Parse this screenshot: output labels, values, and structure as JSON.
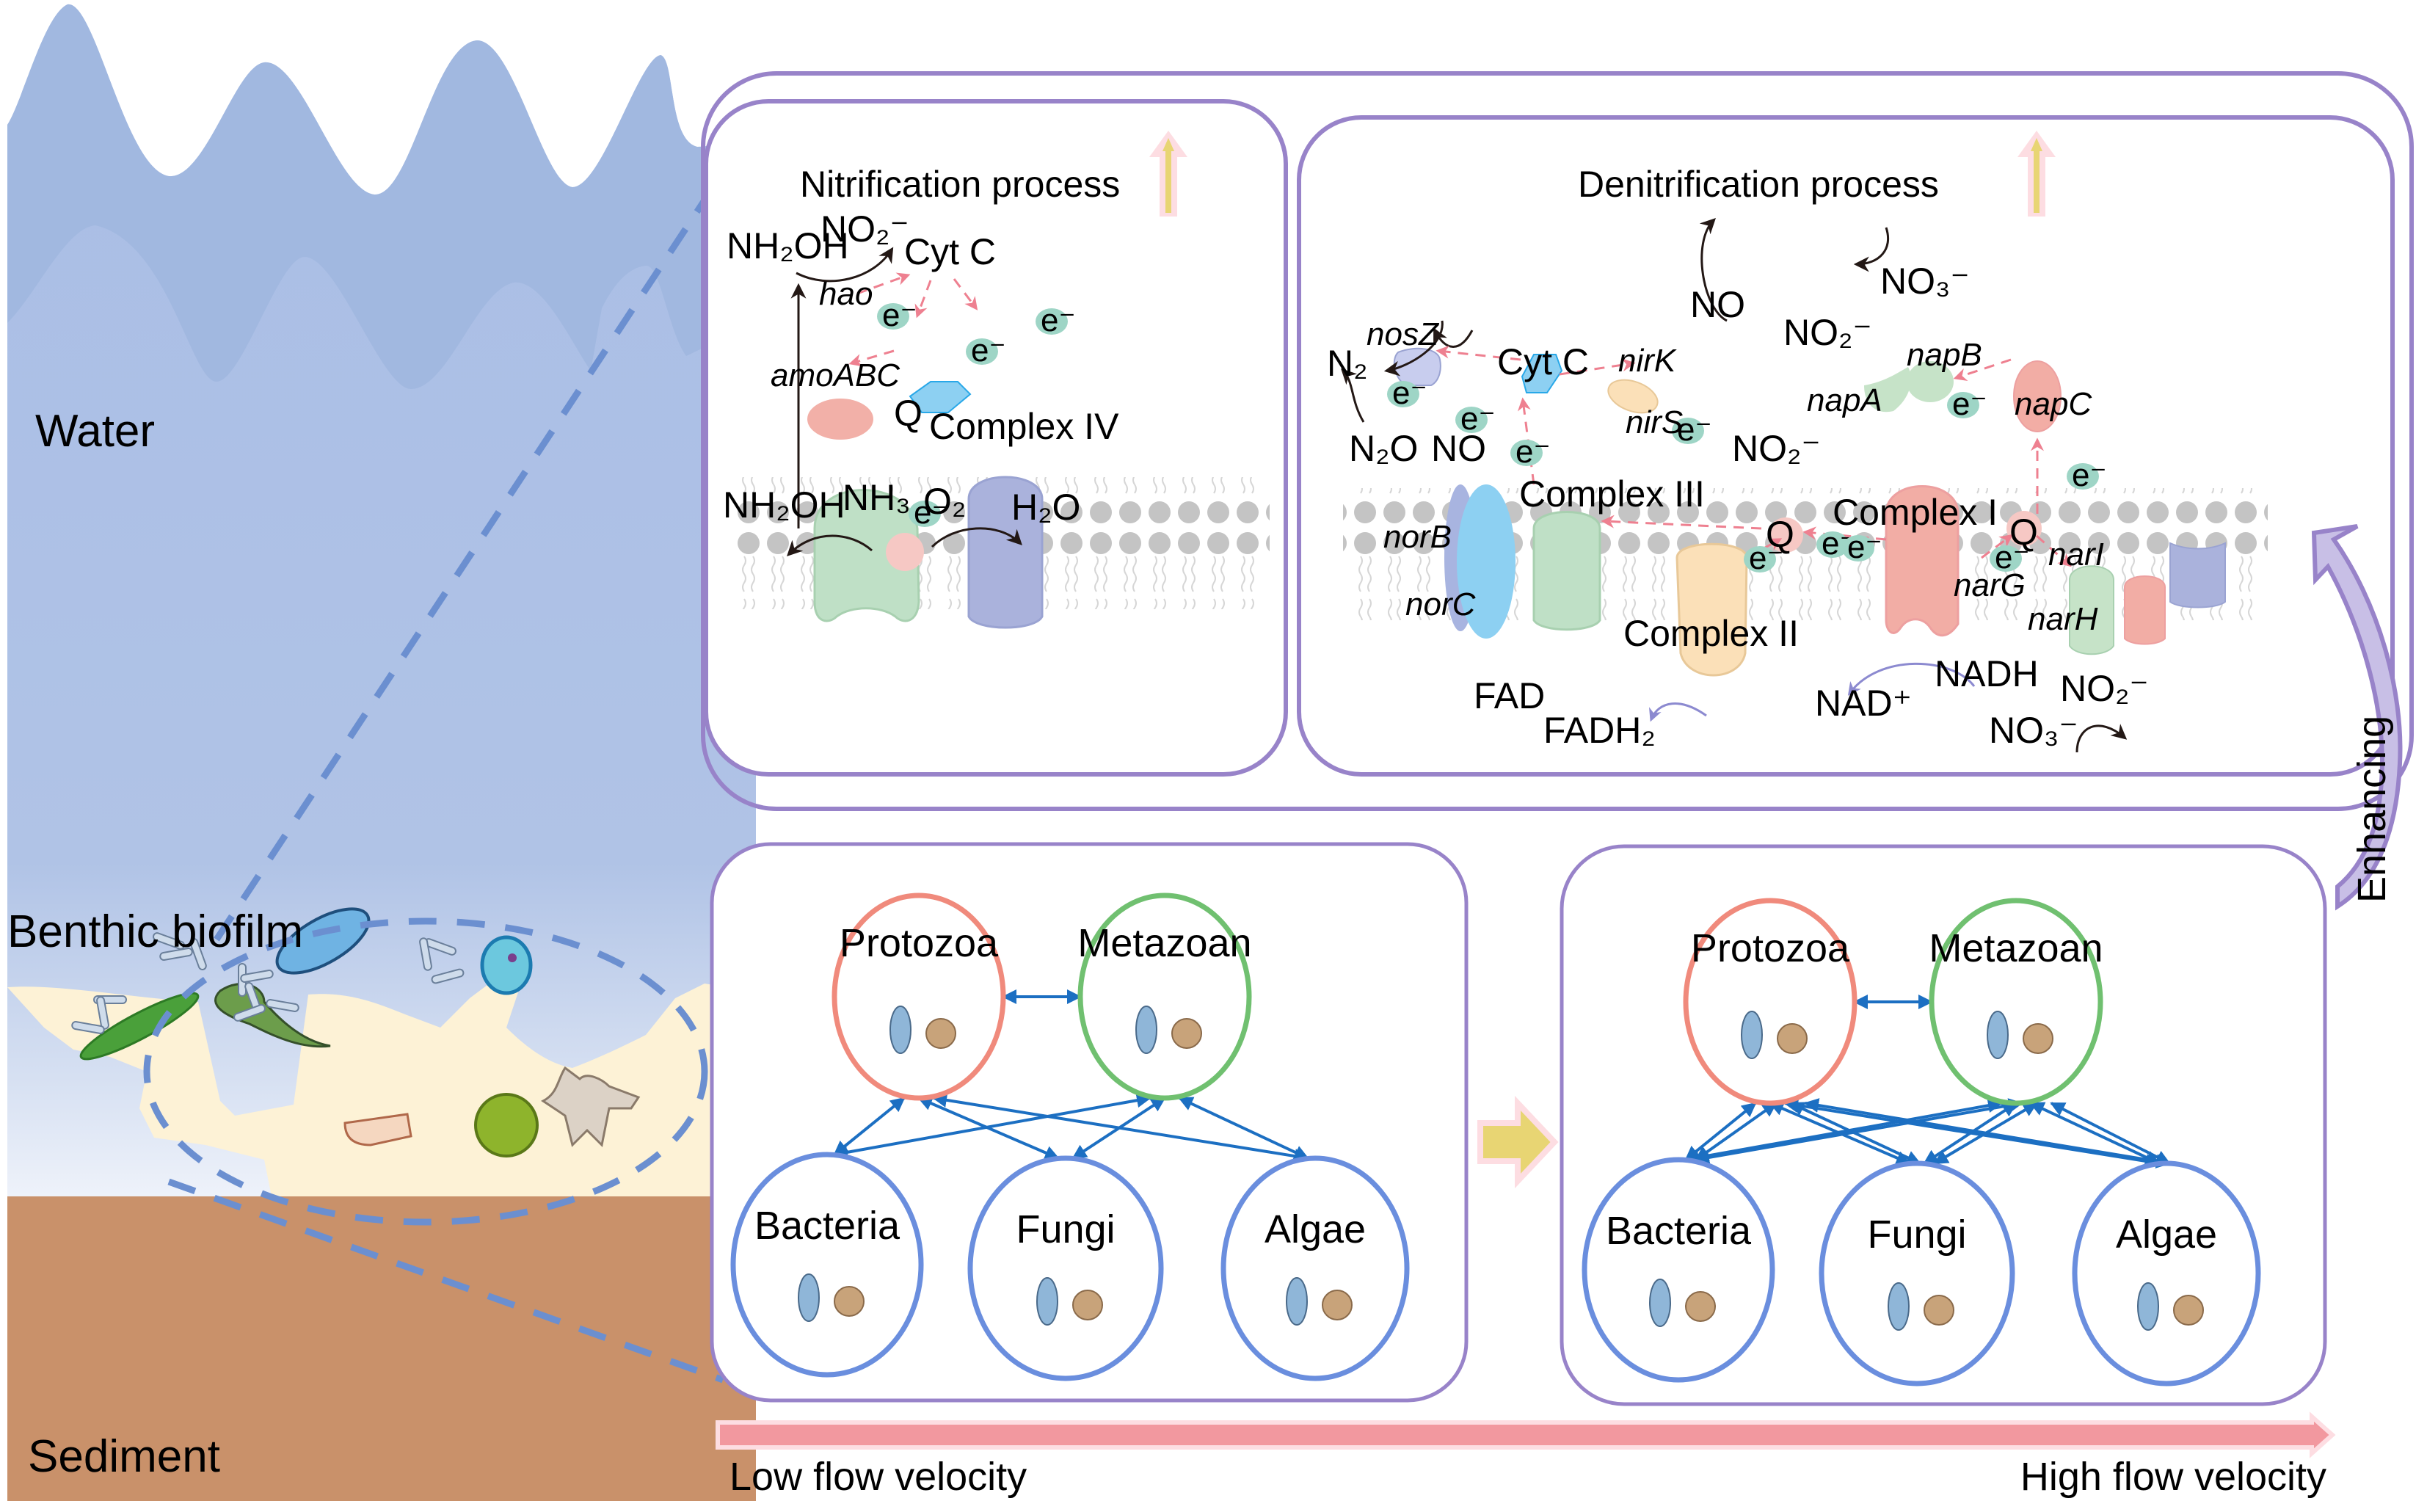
{
  "colors": {
    "water_dark": "#a1b8e0",
    "water_light": "#adc0e6",
    "sediment": "#c9916a",
    "biofilm": "#fdf2d6",
    "frame_purple": "#9883c9",
    "dash_blue": "#6b8fd0",
    "e_green": "#9ed5c6",
    "membrane_dot": "#c4c4c4",
    "arrow_red": "#ee8090",
    "net_arrow": "#1c6fc2",
    "protozoa_ring": "#f08a7c",
    "metazoan_ring": "#70c070",
    "lower_ring": "#6a8ede",
    "flow_bar": "#f2989f",
    "flow_bar_edge": "#fddde2",
    "yellow_arrow": "#e8d573"
  },
  "zones": {
    "water": "Water",
    "biofilm": "Benthic biofilm",
    "sediment": "Sediment"
  },
  "nitrification": {
    "title": "Nitrification process",
    "trend": "increase",
    "labels": {
      "nh2oh_top": "NH₂OH",
      "no2": "NO₂⁻",
      "cytc": "Cyt C",
      "hao": "hao",
      "amoabc": "amoABC",
      "q": "Q",
      "complex_iv": "Complex IV",
      "nh2oh_bottom": "NH₂OH",
      "nh3": "NH₃",
      "o2": "O₂",
      "h2o": "H₂O",
      "electron": "e⁻"
    }
  },
  "denitrification": {
    "title": "Denitrification process",
    "trend": "increase",
    "labels": {
      "nosz": "nosZ",
      "n2": "N₂",
      "n2o": "N₂O",
      "no_left": "NO",
      "cytc": "Cyt C",
      "nirk": "nirK",
      "nirs": "nirS",
      "no_top": "NO",
      "no2_mid": "NO₂⁻",
      "complex_iii": "Complex III",
      "norb": "norB",
      "norc": "norC",
      "complex_ii": "Complex II",
      "fad": "FAD",
      "fadh2": "FADH₂",
      "q_left": "Q",
      "complex_i": "Complex I",
      "nad": "NAD⁺",
      "nadh": "NADH",
      "q_right": "Q",
      "no3_top": "NO₃⁻",
      "no2_top": "NO₂⁻",
      "napa": "napA",
      "napb": "napB",
      "napc": "napC",
      "narg": "narG",
      "narh": "narH",
      "nari": "narI",
      "no3_bottom": "NO₃⁻",
      "no2_bottom": "NO₂⁻",
      "electron": "e⁻"
    }
  },
  "enhancing": "Enhancing",
  "networks": {
    "nodes": [
      "Protozoa",
      "Metazoan",
      "Bacteria",
      "Fungi",
      "Algae"
    ],
    "low": {
      "label": "Low flow velocity",
      "links": [
        [
          "Protozoa",
          "Metazoan"
        ],
        [
          "Protozoa",
          "Bacteria"
        ],
        [
          "Protozoa",
          "Fungi"
        ],
        [
          "Protozoa",
          "Algae"
        ],
        [
          "Metazoan",
          "Bacteria"
        ],
        [
          "Metazoan",
          "Fungi"
        ],
        [
          "Metazoan",
          "Algae"
        ]
      ]
    },
    "high": {
      "label": "High flow velocity",
      "links": [
        [
          "Protozoa",
          "Metazoan"
        ],
        [
          "Protozoa",
          "Bacteria"
        ],
        [
          "Protozoa",
          "Fungi"
        ],
        [
          "Protozoa",
          "Algae"
        ],
        [
          "Metazoan",
          "Bacteria"
        ],
        [
          "Metazoan",
          "Fungi"
        ],
        [
          "Metazoan",
          "Algae"
        ],
        [
          "Protozoa",
          "Bacteria"
        ],
        [
          "Protozoa",
          "Fungi"
        ],
        [
          "Protozoa",
          "Algae"
        ],
        [
          "Metazoan",
          "Bacteria"
        ],
        [
          "Metazoan",
          "Fungi"
        ],
        [
          "Metazoan",
          "Algae"
        ]
      ]
    }
  },
  "icons": {
    "organisms_biofilm": [
      "diatom",
      "rod-bacteria",
      "paramecium",
      "rotifer",
      "amoeba-cell",
      "fungal-hyphae",
      "green-algae-colony",
      "amoeba"
    ],
    "trend_arrow": "up-arrow",
    "transition_arrow": "right-arrow"
  }
}
